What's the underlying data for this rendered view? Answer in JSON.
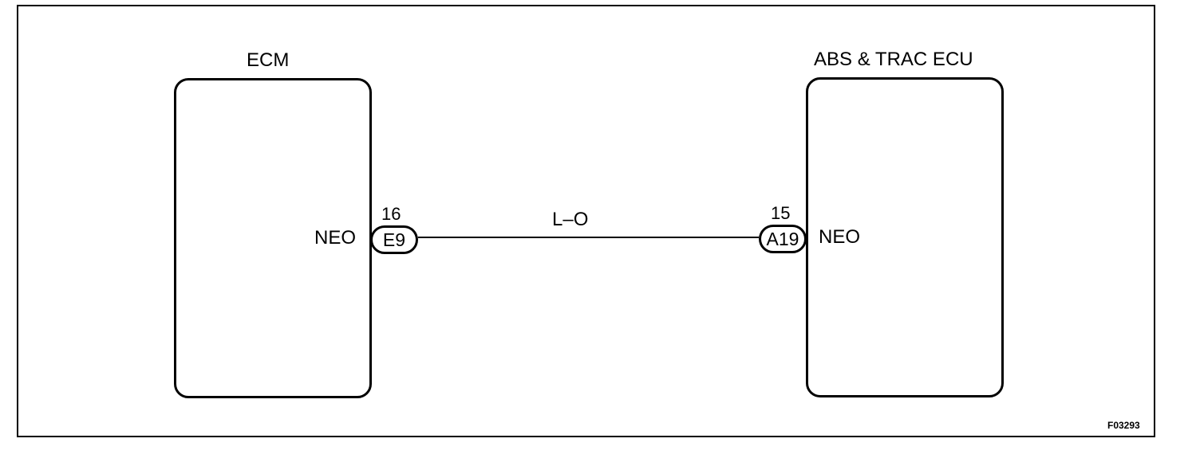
{
  "diagram": {
    "ecm": {
      "title": "ECM",
      "terminal_name": "NEO",
      "connector_code": "E9",
      "pin_number": "16"
    },
    "abs_trac_ecu": {
      "title": "ABS & TRAC ECU",
      "terminal_name": "NEO",
      "connector_code": "A19",
      "pin_number": "15"
    },
    "wire": {
      "color_code": "L–O"
    },
    "figure_code": "F03293"
  }
}
